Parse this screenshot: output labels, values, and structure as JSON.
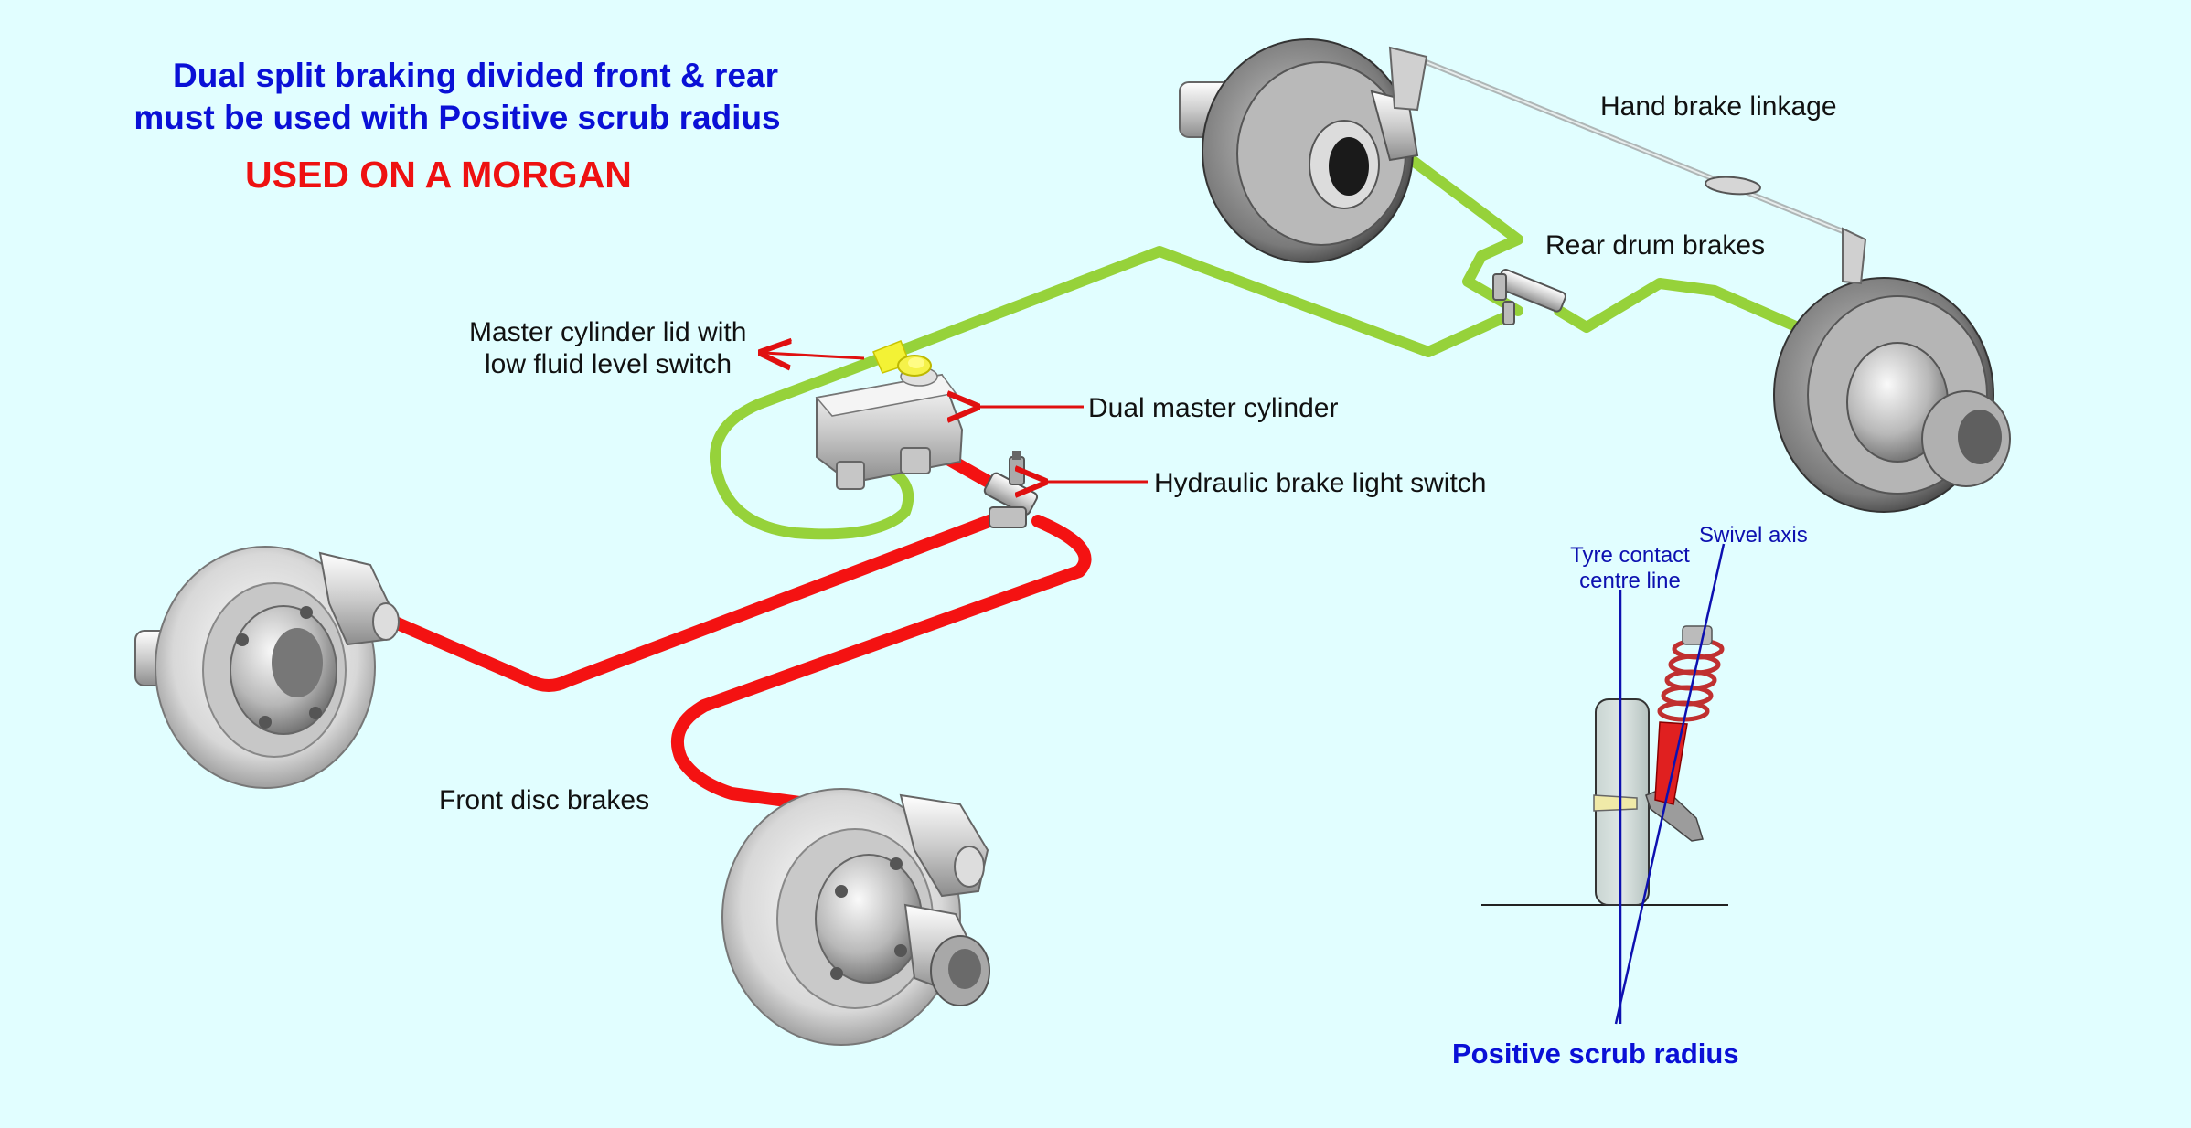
{
  "title": {
    "line1": "Dual split braking divided front & rear",
    "line2": "must be used with  Positive scrub radius"
  },
  "subtitle": "USED ON A MORGAN",
  "labels": {
    "hand_brake_linkage": "Hand brake linkage",
    "rear_drum_brakes": "Rear drum brakes",
    "master_lid_line1": "Master cylinder lid with",
    "master_lid_line2": "low fluid level switch",
    "dual_master_cylinder": "Dual master cylinder",
    "hydraulic_switch": "Hydraulic brake light switch",
    "front_disc_brakes": "Front disc brakes"
  },
  "inset": {
    "tyre_contact_line1": "Tyre contact",
    "tyre_contact_line2": "centre line",
    "swivel_axis": "Swivel  axis",
    "positive_scrub_radius": "Positive scrub radius"
  },
  "colors": {
    "background": "#e1feff",
    "front_circuit": "#f41212",
    "rear_circuit": "#96d23a",
    "title_blue": "#0a10d6",
    "subtitle_red": "#ee1111",
    "arrow_red": "#e01010"
  }
}
